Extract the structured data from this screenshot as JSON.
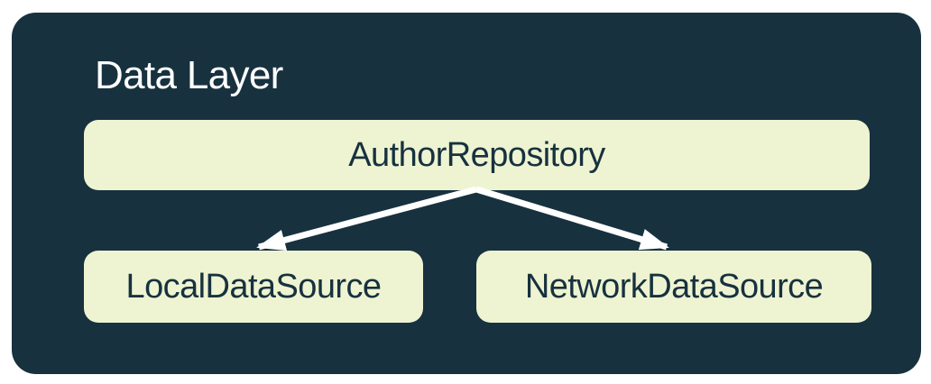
{
  "diagram": {
    "title": "Data Layer",
    "nodes": {
      "repository": {
        "id": "repository",
        "label": "AuthorRepository"
      },
      "local": {
        "id": "local",
        "label": "LocalDataSource"
      },
      "network": {
        "id": "network",
        "label": "NetworkDataSource"
      }
    },
    "edges": [
      {
        "from": "AuthorRepository",
        "to": "LocalDataSource",
        "style": "arrow"
      },
      {
        "from": "AuthorRepository",
        "to": "NetworkDataSource",
        "style": "arrow"
      }
    ],
    "colors": {
      "page_bg": "#FFFFFF",
      "container_bg": "#17313F",
      "node_bg": "#EEF4D1",
      "title_text": "#FFFFFF",
      "node_text": "#17313F",
      "arrow": "#FFFFFF"
    }
  }
}
